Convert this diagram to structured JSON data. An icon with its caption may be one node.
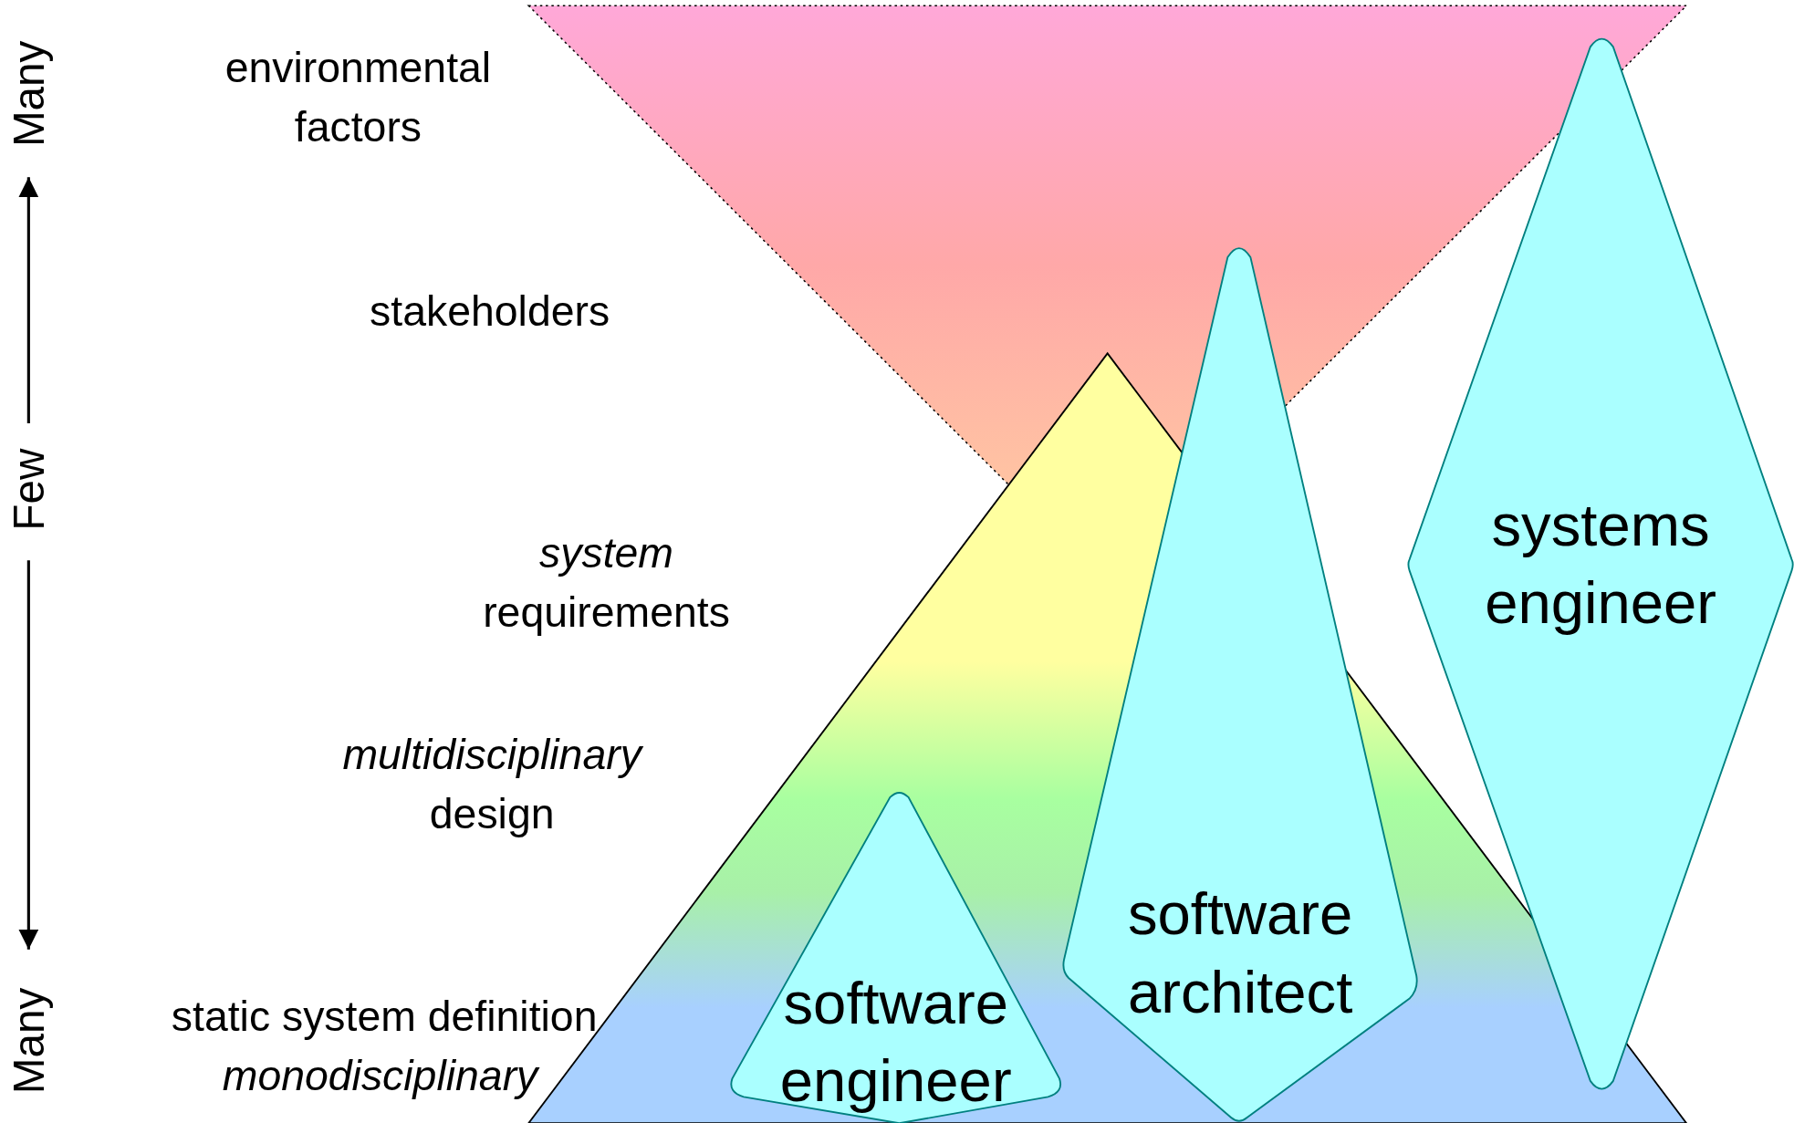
{
  "diagram": {
    "nodes": [
      {
        "text": [
          "software engineer"
        ]
      },
      {
        "text": [
          "software architect"
        ]
      },
      {
        "text": [
          "systems engineer"
        ]
      }
    ],
    "edges": [],
    "labels": [
      "Many",
      "Few",
      "Many",
      "environmental factors",
      "stakeholders",
      "*system* requirements",
      "*multidisciplinary* design",
      "static system definition",
      "monodisciplinary"
    ]
  }
}
